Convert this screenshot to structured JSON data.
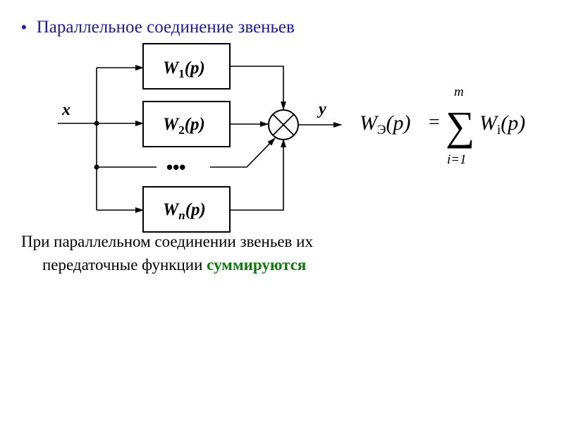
{
  "title": "Параллельное соединение звеньев",
  "diagram": {
    "input_label": "x",
    "output_label": "y",
    "ellipsis": "•••",
    "blocks": [
      {
        "main": "W",
        "sub": "1",
        "arg": "(p)"
      },
      {
        "main": "W",
        "sub": "2",
        "arg": "(p)"
      },
      {
        "main": "W",
        "sub": "n",
        "arg": "(p)"
      }
    ]
  },
  "formula": {
    "lhs_main": "W",
    "lhs_sub": "Э",
    "lhs_arg": "(p)",
    "equals": "=",
    "sum_symbol": "∑",
    "upper": "m",
    "lower": "i=1",
    "rhs_main": "W",
    "rhs_sub": "i",
    "rhs_arg": "(p)"
  },
  "caption": {
    "line1": "При параллельном соединении звеньев их",
    "line2_prefix": "передаточные функции ",
    "highlight": "суммируются"
  },
  "colors": {
    "title": "#1a1aa6",
    "highlight": "#0b7a0b"
  }
}
